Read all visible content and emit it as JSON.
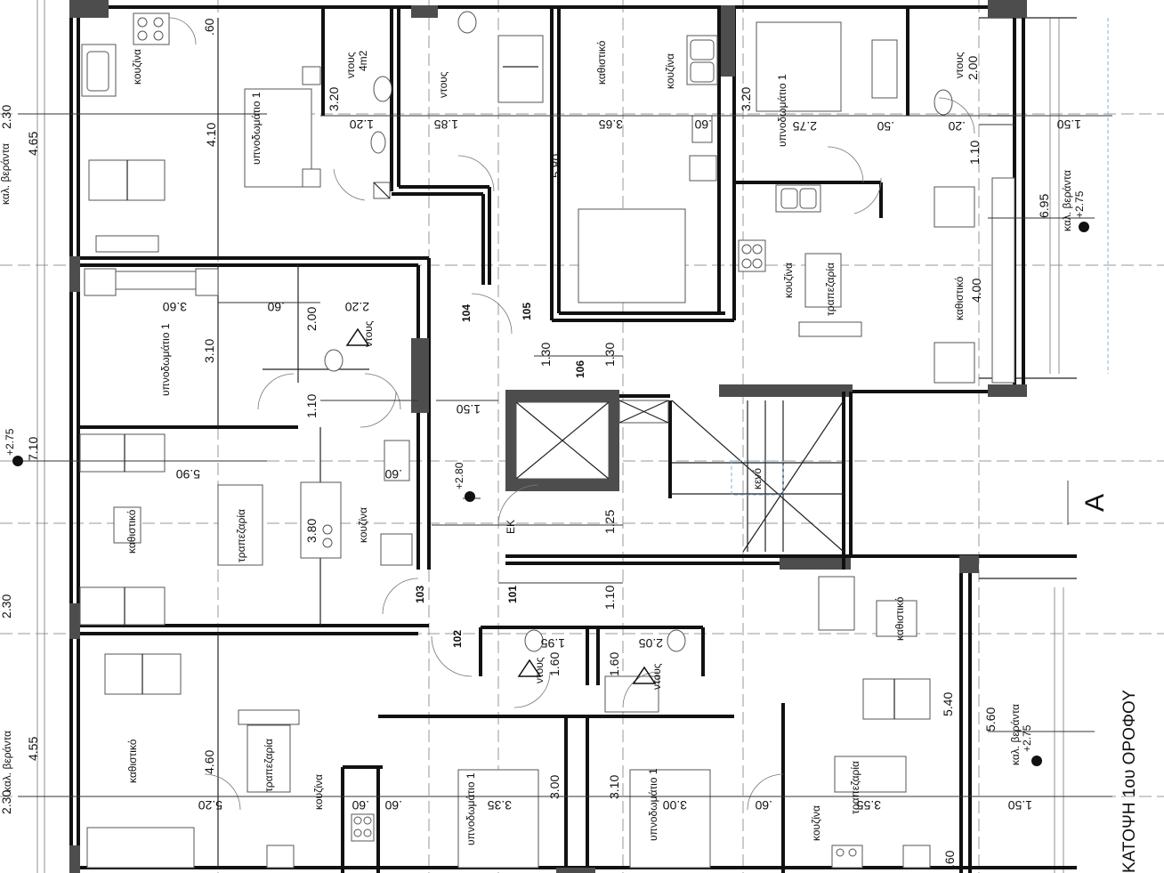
{
  "title": "ΚΑΤΟΨΗ 1ου ΟΡΟΦΟΥ",
  "section_mark": "A",
  "apartments": [
    "101",
    "102",
    "103",
    "104",
    "105",
    "106"
  ],
  "rooms": {
    "kitchen": "κουζίνα",
    "bedroom": "υπνοδωμάτιο 1",
    "living": "καθιστικό",
    "dining": "τραπεζαρία",
    "shower": "ντους",
    "shower_4m2": "4m2",
    "veranda": "καλ. βεράντα",
    "void": "κενό",
    "ek": "ΕΚ"
  },
  "levels": {
    "veranda_level": "+2.75",
    "landing_level": "+2.80"
  },
  "dimensions": [
    "4.65",
    "4.55",
    "7.10",
    "6.95",
    "5.60",
    "5.40",
    "5.90",
    "5.20",
    "4.60",
    "4.00",
    "3.80",
    "3.65",
    "3.60",
    "3.55",
    "3.35",
    "3.20",
    "3.10",
    "3.00",
    "2.75",
    "2.30",
    "2.20",
    "2.05",
    "2.00",
    "1.95",
    "1.85",
    "1.60",
    "1.50",
    "1.30",
    "1.25",
    "1.20",
    "1.10",
    "4.10",
    "5.80",
    ".60",
    ".50",
    ".20"
  ]
}
